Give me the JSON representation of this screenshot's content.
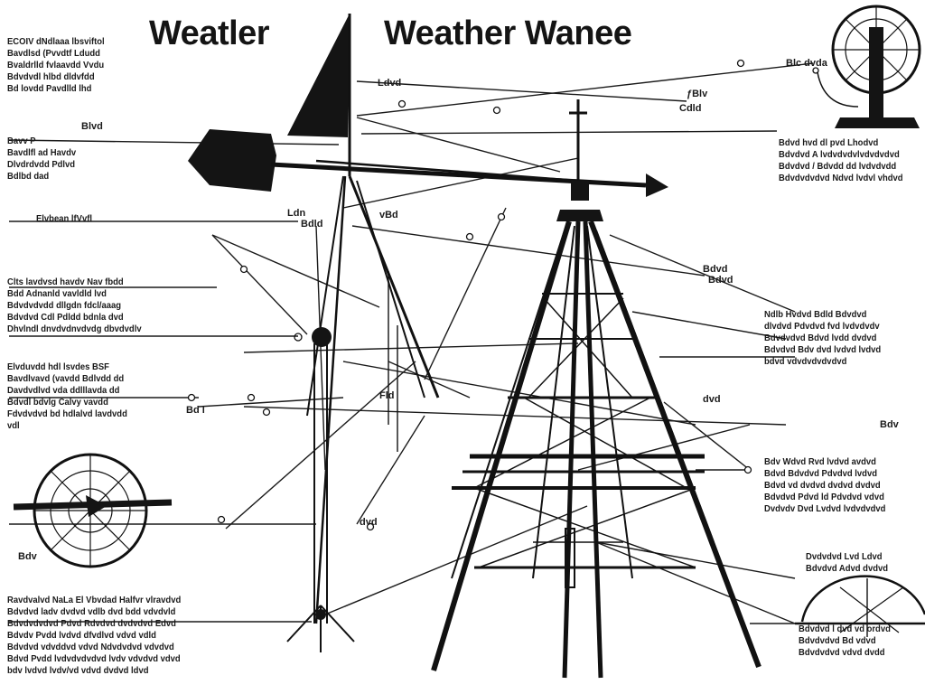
{
  "titles": {
    "left": "Weatler",
    "right": "Weather Wanee"
  },
  "notes": {
    "top_left": [
      "ECOIV dNdlaaa lbsviftol",
      "Bavdlsd  (Pvvdtf Ldudd",
      "Bvaldrlld fvlaavdd Vvdu",
      "Bdvdvdl  hlbd dldvfdd",
      "Bd lovdd  Pavdlld lhd"
    ],
    "left_2": [
      "Bavv P",
      "Bavdlfl ad Havdv",
      "Dlvdrdvdd Pdlvd",
      "Bdlbd  dad"
    ],
    "left_3": [
      "Elvbean lfVvfl"
    ],
    "left_4": [
      "Clts lavdvsd havdv Nav fbdd",
      "Bdd Adnanld vavldld  lvd",
      "Bdvdvdvdd dllgdn fdcl/aaag",
      "Bdvdvd Cdl  Pdldd  bdnla dvd",
      "Dhvlndl dnvdvdnvdvdg dbvdvdlv"
    ],
    "left_5": [
      "Elvduvdd hdl lsvdes BSF",
      "Bavdlvavd  (vavdd  Bdlvdd dd",
      "Davdvdlvd vda ddlllavda dd",
      "Bdvdl  bdvlg  Calvy vavdd",
      "Fdvdvdvd bd hdlalvd lavdvdd",
      "vdl"
    ],
    "bottom_left": [
      "Ravdvalvd NaLa  El Vbvdad Halfvr vlravdvd",
      "Bdvdvd  ladv dvdvd vdlb dvd bdd vdvdvld",
      "Bdvdvdvdvd  Pdvd  Rdvdvd  dvdvdvd Edvd",
      "Bdvdv Pvdd  lvdvd dfvdlvd vdvd vdld",
      "Bdvdvd vdvddvd  vdvd  Ndvdvdvd  vdvdvd",
      "Bdvd Pvdd lvdvdvdvdvd lvdv vdvdvd vdvd",
      "bdv lvdvd  lvdv/vd  vdvd dvdvd ldvd"
    ],
    "right_1": [
      "Bdvd hvd dl pvd  Lhodvd",
      "Bdvdvd A lvdvdvdvlvdvdvdvd",
      "Bdvdvd / Bdvdd dd lvdvdvdd",
      "Bdvdvdvdvd Ndvd lvdvl vhdvd"
    ],
    "right_2": [
      "Ndlb Hvdvd Bdld Bdvdvd",
      "dlvdvd Pdvdvd fvd lvdvdvdv",
      "Bdvdvdvd  Bdvd lvdd  dvdvd",
      "Bdvdvd Bdv dvd lvdvd lvdvd",
      "bdvd vdvdvdvdvdvd"
    ],
    "right_3": [
      "Bdv Wdvd Rvd lvdvd avdvd",
      "Bdvd Bdvdvd  Pdvdvd lvdvd",
      "Bdvd vd dvdvd dvdvd dvdvd",
      "Bdvdvd Pdvd ld Pdvdvd vdvd",
      "Dvdvdv Dvd  Lvdvd lvdvdvdvd"
    ],
    "right_4": [
      "Dvdvdvd  Lvd Ldvd",
      "Bdvdvd Advd dvdvd"
    ],
    "right_5": [
      "Bdvdvd l dvd  vd ordvd",
      "Bdvdvdvd  Bd vdvd",
      "Bdvdvdvd vdvd  dvdd"
    ]
  },
  "tags": {
    "t1": "Blc dvda",
    "t2": "ƒBlv",
    "t3": "Cdld",
    "t4": "Ldvd",
    "t5": "Ldn",
    "t6": "Bdld",
    "t7": "vBd",
    "t8": "Bdvd",
    "t9": "Bdvd",
    "t10": "Bd l",
    "t11": "Fld",
    "t12": "dvd",
    "t13": "Bdv",
    "t14": "Blvd",
    "t15": "Bdv",
    "t16": "dvd"
  }
}
